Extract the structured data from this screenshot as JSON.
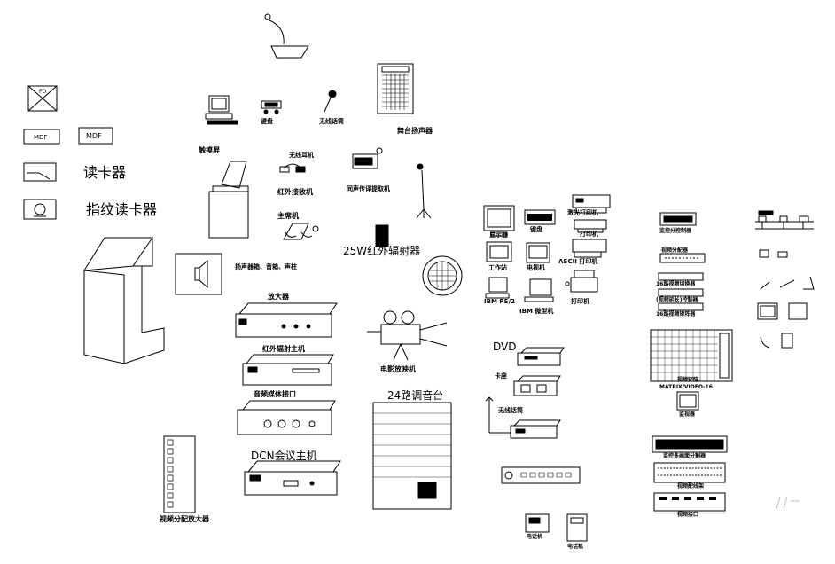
{
  "symbols": {
    "fd_label": "FD",
    "mdf_a": "MDF",
    "mdf_b": "MDF"
  },
  "labels": {
    "card_reader": "读卡器",
    "fingerprint_reader": "指纹读卡器",
    "touch_screen": "触摸屏",
    "keyboard": "键盘",
    "wireless_mic": "无线话筒",
    "stage_speaker": "舞台扬声器",
    "wireless_headset": "无线耳机",
    "ir_receiver": "红外接收机",
    "simul_interpret": "同声传译提取机",
    "chairman_unit": "主席机",
    "ir_radiator": "25W红外辐射器",
    "speaker_column": "扬声器箱、音箱、声柱",
    "power_amp": "放大器",
    "ir_transmitter": "红外辐射主机",
    "av_interface": "音频媒体接口",
    "dcn_host": "DCN会议主机",
    "video_dist_amp": "视频分配放大器",
    "movie_projector": "电影放映机",
    "mixer_24": "24路调音台",
    "monitor": "显示器",
    "keyboard2": "键盘",
    "laser_printer": "激光打印机",
    "printer": "打印机",
    "workstation": "工作站",
    "tv": "电视机",
    "ascii_printer": "ASCII 打印机",
    "ibm_ps2": "IBM PS/2",
    "ibm_pc": "IBM 微型机",
    "printer2": "打印机",
    "dvd": "DVD",
    "cassette": "卡座",
    "wireless_mic2": "无线话筒",
    "net_switch": "监控分控制器",
    "video_dist": "视频分配器",
    "matrix_16": "16路视频切换器",
    "matrix_16b": "(视频延长)控制器",
    "matrix_16c": "16路视频矩阵器",
    "video_matrix": "视频矩阵",
    "video_matrix_model": "MATRIX/VIDEO-16",
    "monitor2": "监视器",
    "hub_label": "监控多画面分割器",
    "patch_panel": "视频配线架",
    "video_port": "视频接口",
    "phone_a": "电话机",
    "phone_b": "电话机"
  }
}
